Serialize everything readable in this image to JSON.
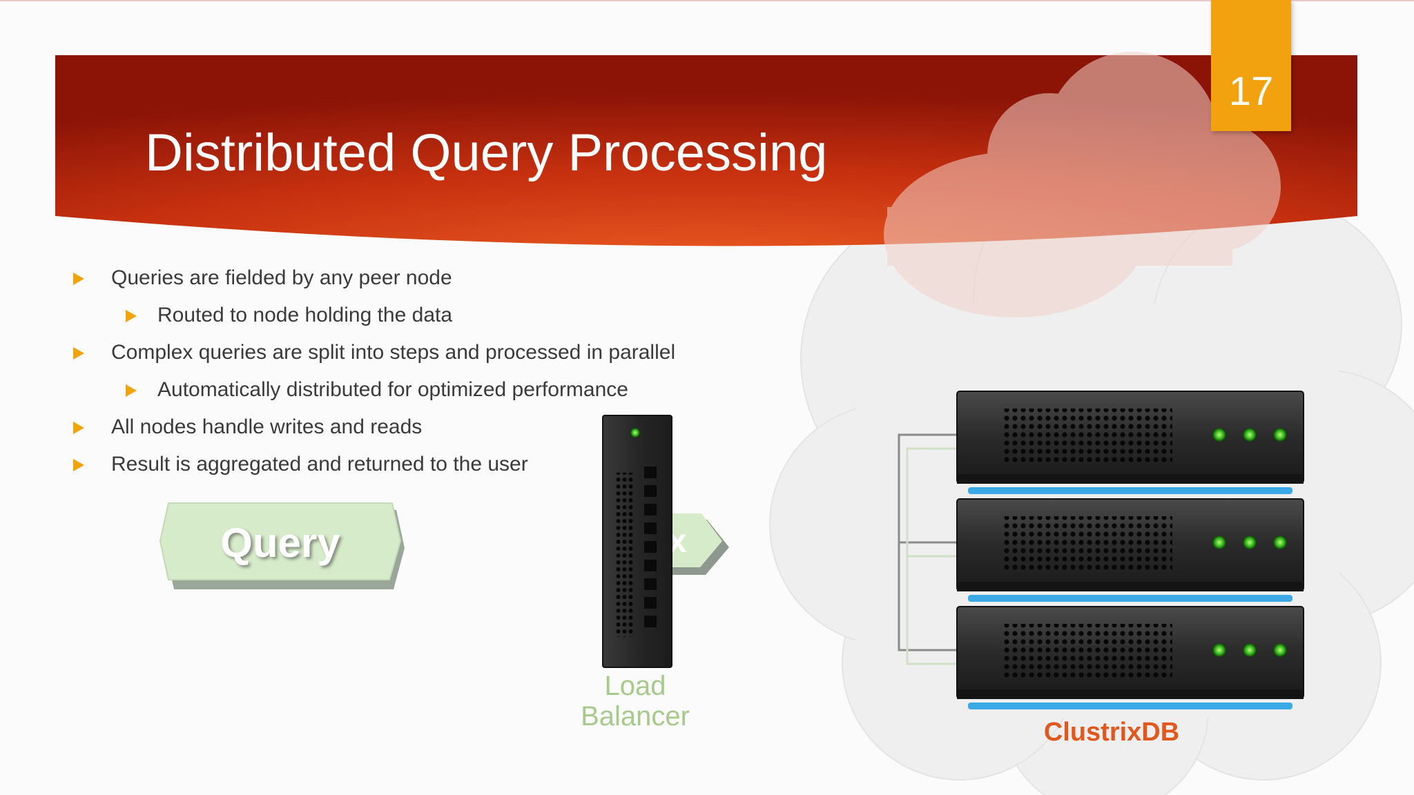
{
  "slide": {
    "number": "17",
    "title": "Distributed Query Processing"
  },
  "bullets": [
    {
      "level": 1,
      "text": "Queries are fielded by any peer node"
    },
    {
      "level": 2,
      "text": "Routed to node holding the data"
    },
    {
      "level": 1,
      "text": "Complex queries are split into steps and processed in parallel"
    },
    {
      "level": 2,
      "text": "Automatically distributed for optimized performance"
    },
    {
      "level": 1,
      "text": "All nodes handle writes and reads"
    },
    {
      "level": 1,
      "text": "Result is aggregated and returned to the user"
    }
  ],
  "diagram": {
    "query_label": "Query",
    "partial_arrow_text": "x",
    "load_balancer_label_line1": "Load",
    "load_balancer_label_line2": "Balancer",
    "cluster_label": "ClustrixDB",
    "server_count": 3
  },
  "colors": {
    "banner_dark": "#8c1407",
    "banner_light": "#e44a1c",
    "accent": "#f2a10f",
    "bullet_arrow": "#f0a30a",
    "cluster_label": "#e2571c",
    "lb_label": "#a6c98c",
    "query_fill": "#d6ebc9"
  },
  "icons": [
    "bullet-arrow-icon",
    "cloud-icon",
    "server-icon",
    "load-balancer-icon",
    "query-arrow-icon"
  ]
}
